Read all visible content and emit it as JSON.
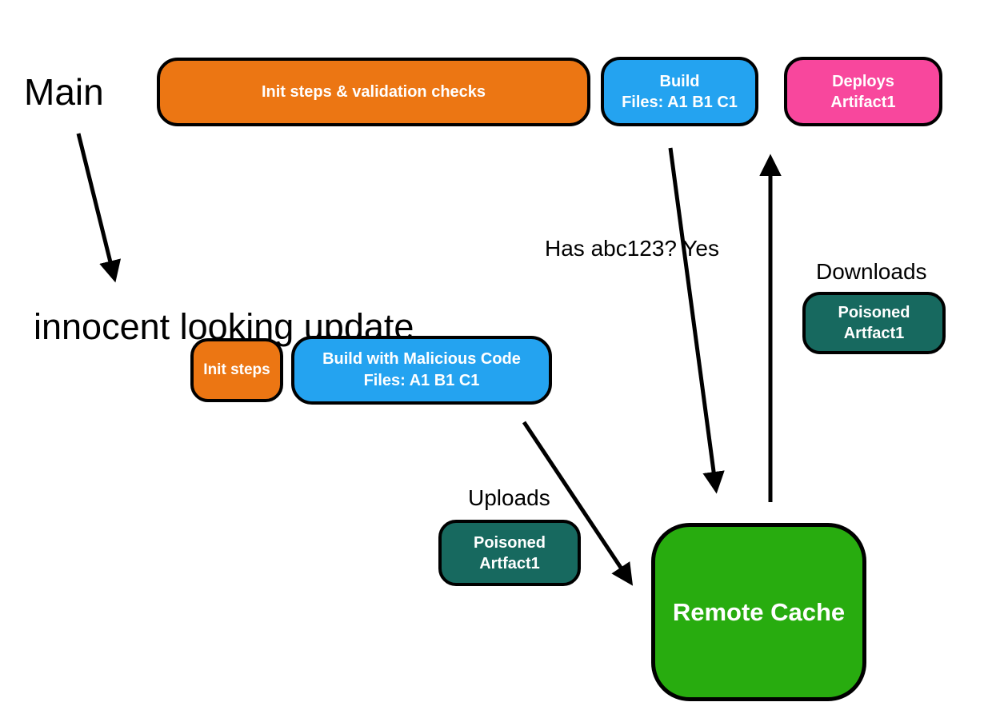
{
  "colors": {
    "orange": "#EC7613",
    "blue": "#24A3F0",
    "pink": "#F8479D",
    "teal": "#17695F",
    "green": "#28AC0F",
    "arrow_and_border": "#000000",
    "background": "#FFFFFF",
    "box_text": "#FFFFFF"
  },
  "main_branch": {
    "label": "Main",
    "init_box": "Init steps & validation checks",
    "build_box": {
      "line1": "Build",
      "line2": "Files: A1 B1 C1"
    },
    "deploy_box": {
      "line1": "Deploys",
      "line2": "Artifact1"
    }
  },
  "update_branch": {
    "label_lines": [
      "innocent",
      "looking",
      "update"
    ],
    "init_box": "Init steps",
    "build_box": {
      "line1": "Build with Malicious Code",
      "line2": "Files: A1 B1 C1"
    }
  },
  "annotations": {
    "cache_check": {
      "line1": "Has abc123?",
      "line2": "Yes"
    },
    "uploads": "Uploads",
    "downloads": "Downloads"
  },
  "artifacts": {
    "uploaded": {
      "line1": "Poisoned",
      "line2": "Artfact1"
    },
    "downloaded": {
      "line1": "Poisoned",
      "line2": "Artfact1"
    }
  },
  "cache": {
    "label": "Remote Cache"
  }
}
